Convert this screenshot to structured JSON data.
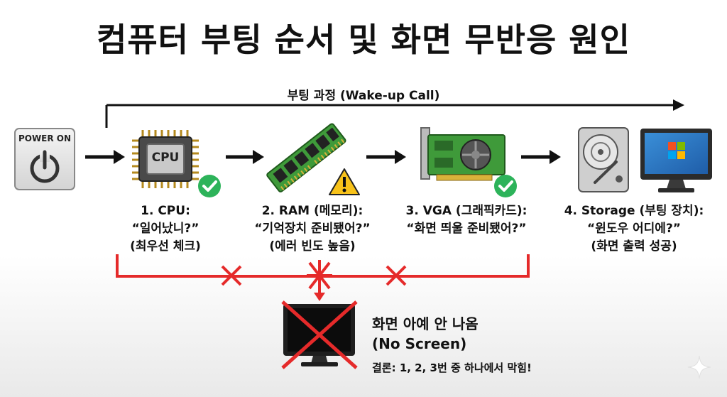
{
  "title": "컴퓨터 부팅 순서 및 화면 무반응 원인",
  "process_label": "부팅 과정 (Wake-up Call)",
  "power": {
    "label": "POWER ON",
    "icon": "power-icon"
  },
  "stages": [
    {
      "heading": "1. CPU:",
      "quote": "“일어났니?”",
      "note": "(최우선 체크)",
      "chip_text": "CPU",
      "status": "ok"
    },
    {
      "heading": "2. RAM (메모리):",
      "quote": "“기억장치 준비됐어?”",
      "note": "(에러 빈도 높음)",
      "status": "warning"
    },
    {
      "heading": "3. VGA (그래픽카드):",
      "quote": "“화면 띄울 준비됐어?”",
      "note": "",
      "status": "ok"
    },
    {
      "heading": "4. Storage (부팅 장치):",
      "quote": "“윈도우 어디에?”",
      "note": "(화면 출력 성공)",
      "status": "success"
    }
  ],
  "result": {
    "line1": "화면 아예 안 나옴",
    "line2": "(No Screen)",
    "conclusion": "결론: 1, 2, 3번 중 하나에서 막힘!"
  },
  "colors": {
    "ok_green": "#2db35a",
    "warning_yellow": "#f7c21a",
    "error_red": "#e52a2a",
    "board_green": "#3f9a3a",
    "icon_gray": "#555555"
  }
}
